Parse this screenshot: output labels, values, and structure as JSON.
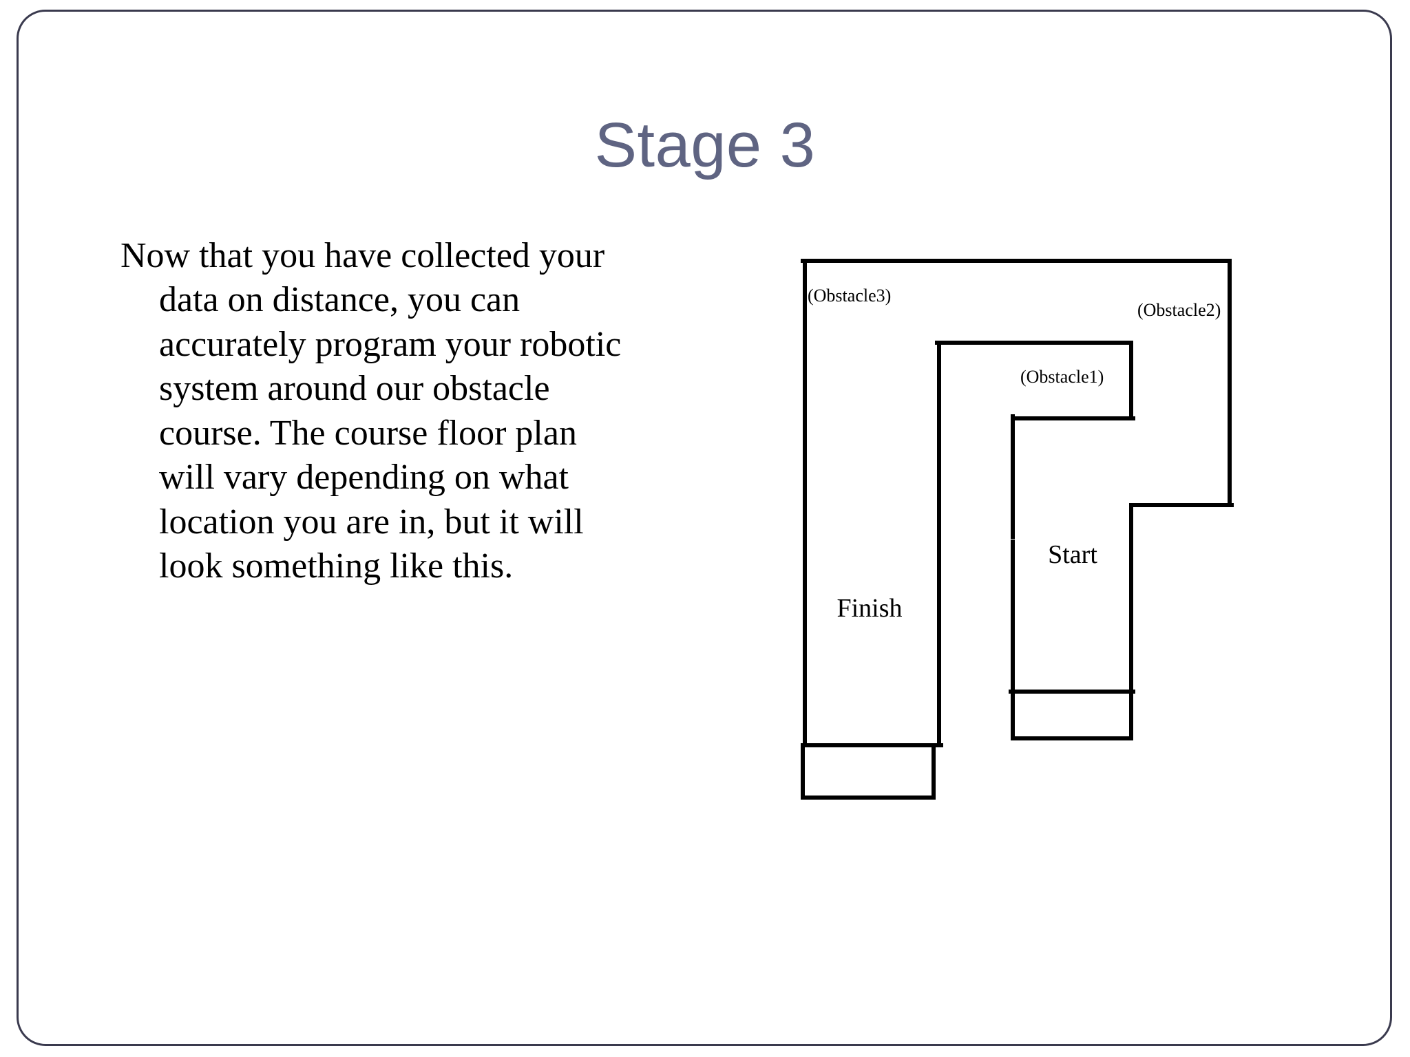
{
  "slide": {
    "title": "Stage 3",
    "title_color": "#5f6482",
    "frame_color": "#3a3a4e",
    "background": "#ffffff"
  },
  "body": {
    "paragraph": "Now that you have collected your data on distance, you can accurately program your robotic system around our obstacle course. The course floor plan will vary depending on what location you are in, but it will look something like this."
  },
  "diagram": {
    "name": "obstacle-course-floor-plan",
    "line_color": "#000000",
    "labels": {
      "obstacle1": "(Obstacle1)",
      "obstacle2": "(Obstacle2)",
      "obstacle3": "(Obstacle3)",
      "start": "Start",
      "finish": "Finish"
    }
  }
}
